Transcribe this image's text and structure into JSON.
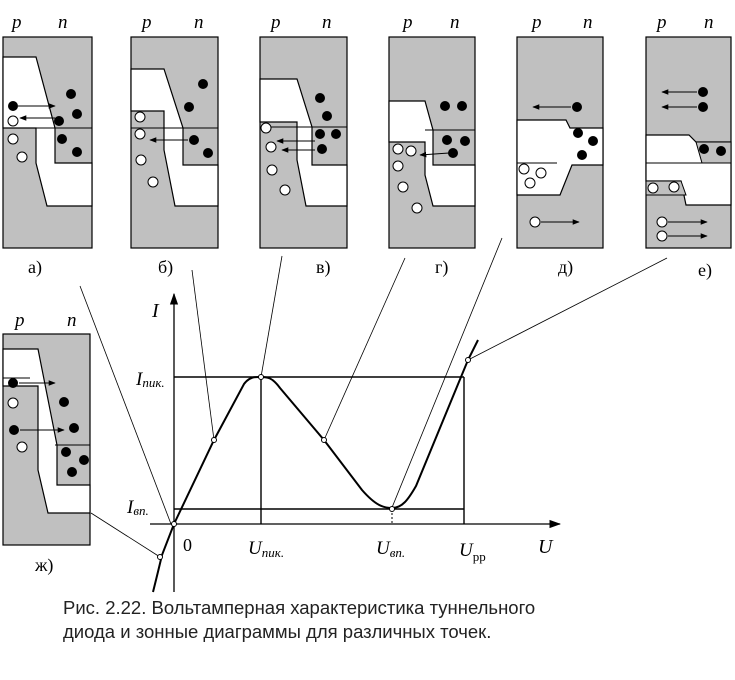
{
  "panel_header": {
    "p": "p",
    "n": "n"
  },
  "panels": [
    {
      "label": "а)"
    },
    {
      "label": "б)"
    },
    {
      "label": "в)"
    },
    {
      "label": "г)"
    },
    {
      "label": "д)"
    },
    {
      "label": "е)"
    },
    {
      "label": "ж)"
    }
  ],
  "graph": {
    "y_axis_label": "I",
    "x_axis_label": "U",
    "origin_label": "0",
    "i_peak_main": "I",
    "i_peak_sub": "пик.",
    "i_valley_main": "I",
    "i_valley_sub": "вп.",
    "u_peak_main": "U",
    "u_peak_sub": "пик.",
    "u_valley_main": "U",
    "u_valley_sub": "вп.",
    "u_pp_main": "U",
    "u_pp_sub": "рр"
  },
  "caption": {
    "line1": "Рис. 2.22.  Вольтамперная характеристика туннельного",
    "line2": "диода и зонные диаграммы для различных точек."
  },
  "colors": {
    "band_fill": "#c0c0c0",
    "stroke": "#000000",
    "background": "#ffffff"
  }
}
